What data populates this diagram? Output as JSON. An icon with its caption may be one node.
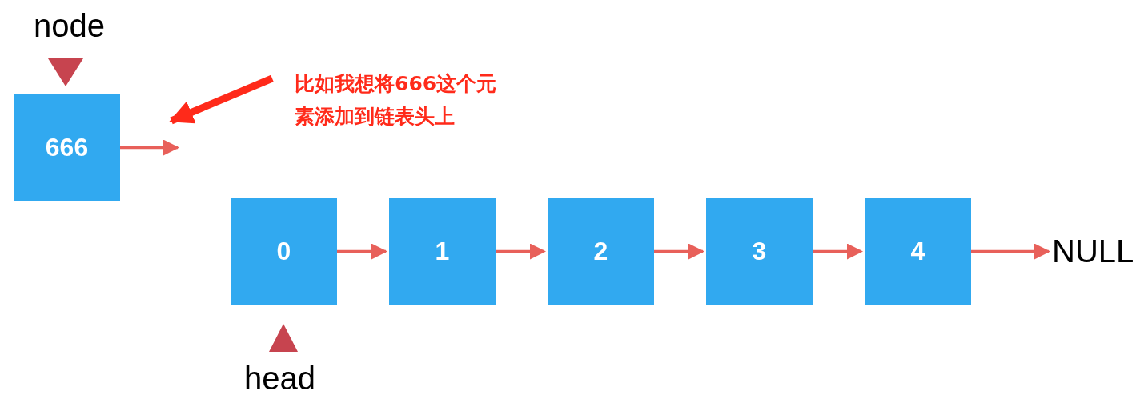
{
  "diagram": {
    "nodes": [
      {
        "text": [
          "666"
        ]
      },
      {
        "text": [
          "0"
        ]
      },
      {
        "text": [
          "1"
        ]
      },
      {
        "text": [
          "2"
        ]
      },
      {
        "text": [
          "3"
        ]
      },
      {
        "text": [
          "4"
        ]
      },
      {
        "text": [
          "NULL"
        ]
      },
      {
        "text": [
          "比如我想将666这个元素添加到链表头上"
        ]
      }
    ],
    "edges": [
      {
        "from": 0,
        "to": null,
        "arrow": "to"
      },
      {
        "from": 1,
        "to": 2,
        "arrow": "to"
      },
      {
        "from": 2,
        "to": 3,
        "arrow": "to"
      },
      {
        "from": 3,
        "to": 4,
        "arrow": "to"
      },
      {
        "from": 4,
        "to": 5,
        "arrow": "to"
      },
      {
        "from": 5,
        "to": 6,
        "arrow": "to"
      },
      {
        "from": 7,
        "to": null,
        "arrow": "to",
        "style": "thick",
        "color": "#ff2a1a"
      }
    ],
    "labels": [
      "node",
      "head"
    ]
  }
}
